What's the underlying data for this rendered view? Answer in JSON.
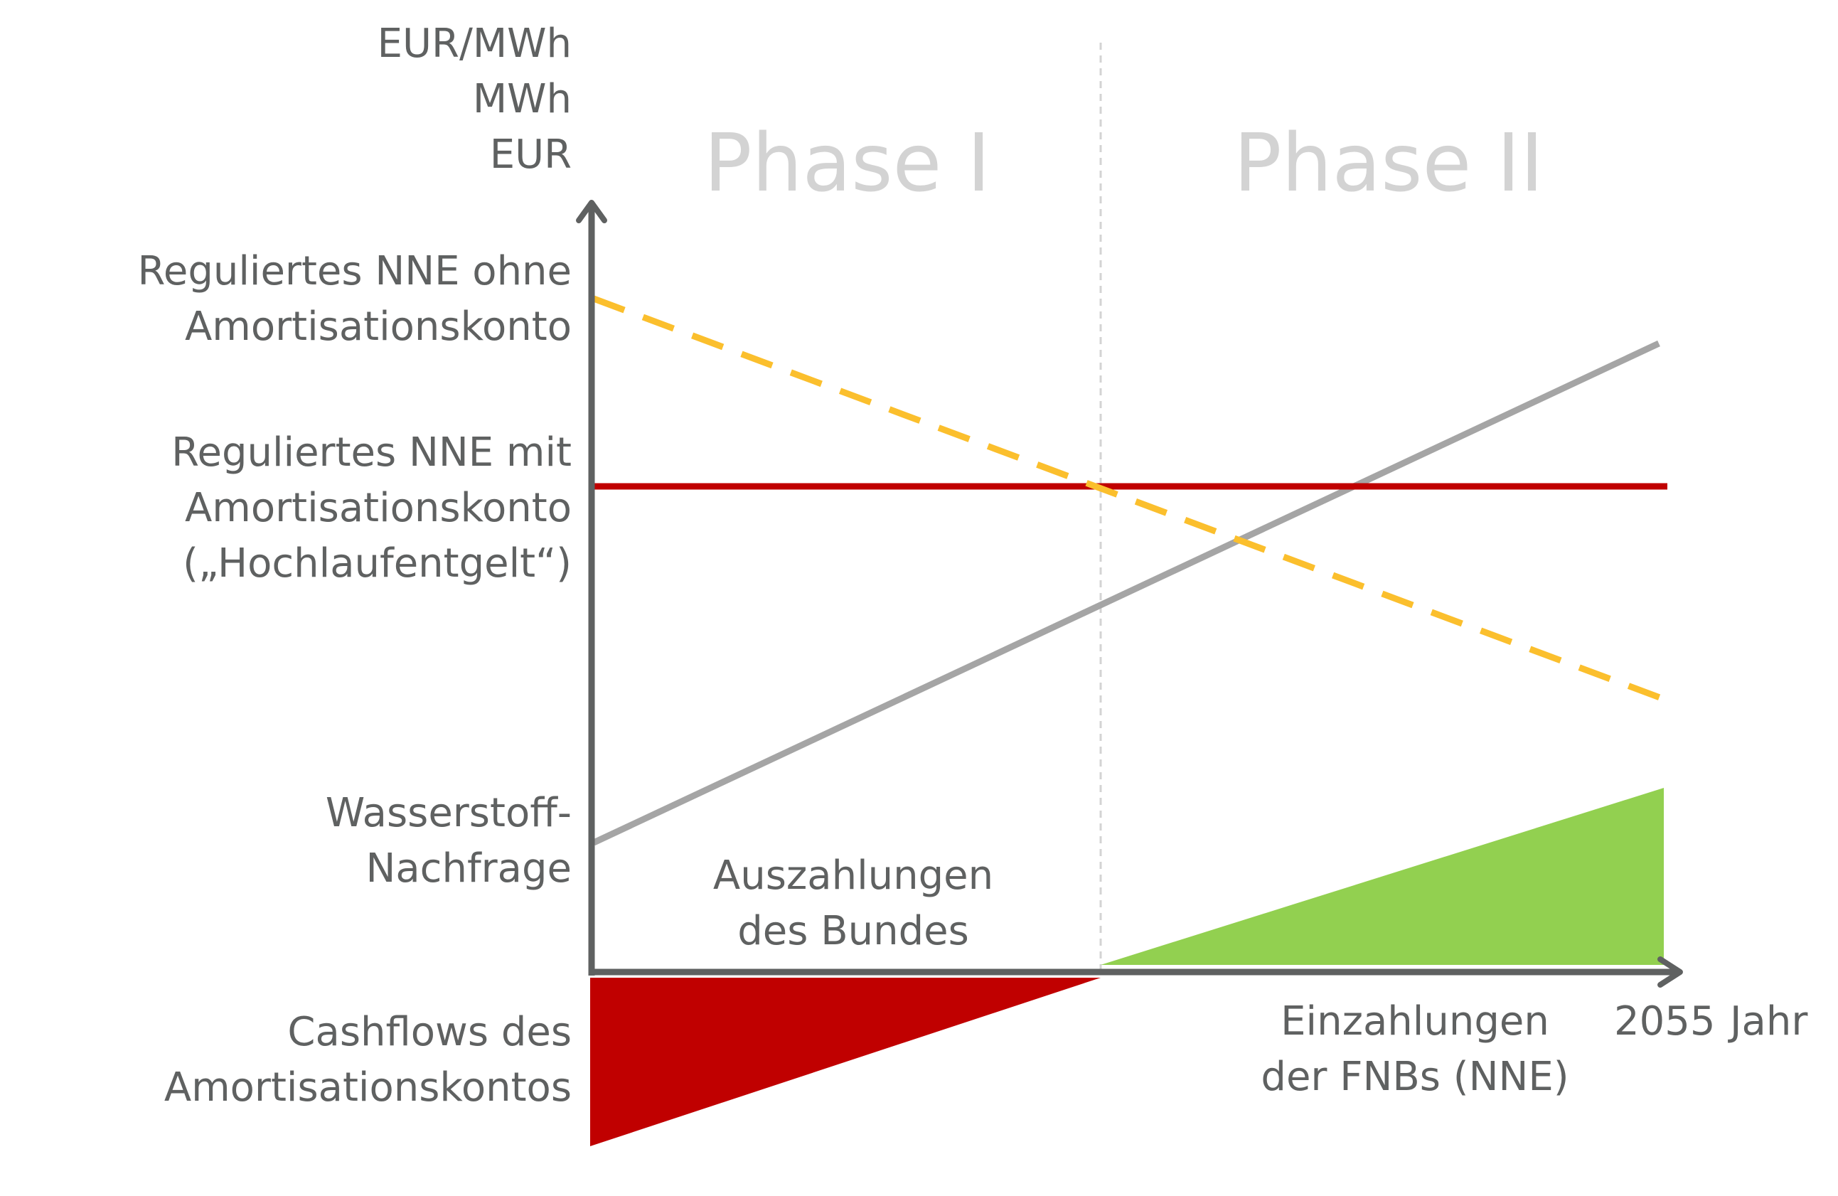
{
  "axis": {
    "y_units": [
      "EUR/MWh",
      "MWh",
      "EUR"
    ],
    "x_end_label": "2055",
    "x_axis_label": "Jahr"
  },
  "phases": [
    "Phase I",
    "Phase II"
  ],
  "labels": {
    "nne_ohne": [
      "Reguliertes NNE ohne",
      "Amortisationskonto"
    ],
    "nne_mit": [
      "Reguliertes NNE mit",
      "Amortisationskonto",
      "(„Hochlaufentgelt“)"
    ],
    "nachfrage": [
      "Wasserstoff-",
      "Nachfrage"
    ],
    "cashflows": [
      "Cashflows des",
      "Amortisationskontos"
    ],
    "auszahlungen": [
      "Auszahlungen",
      "des Bundes"
    ],
    "einzahlungen": [
      "Einzahlungen",
      "der FNBs (NNE)"
    ]
  },
  "colors": {
    "axis": "#5f6161",
    "nne_ohne": "#fbbf2d",
    "nne_mit": "#c00000",
    "nachfrage": "#a5a5a5",
    "auszahlungen_area": "#c00000",
    "einzahlungen_area": "#92d050",
    "phase_divider": "#d3d3d3"
  }
}
